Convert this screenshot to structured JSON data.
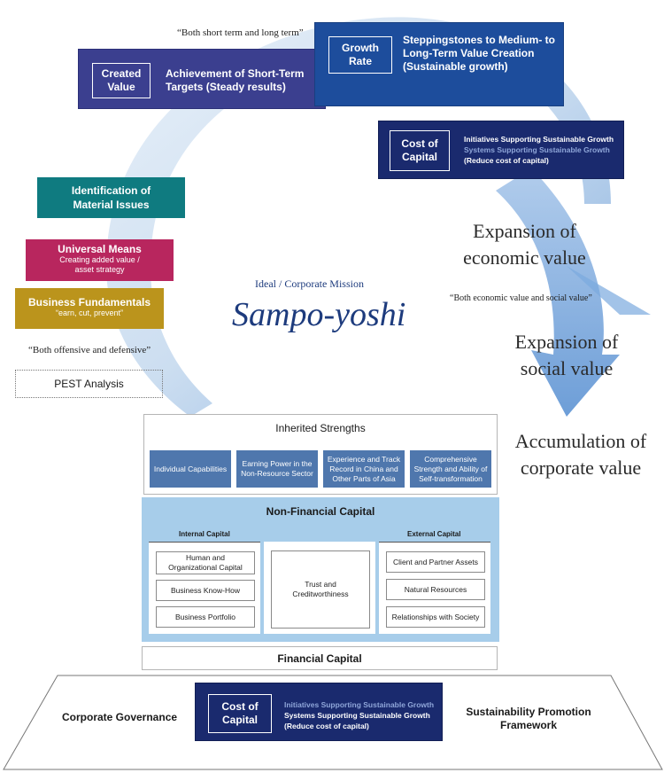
{
  "top": {
    "quote_short_long": "“Both short term and long term”",
    "created_value": {
      "tag": "Created\nValue",
      "text": "Achievement of Short-Term\nTargets (Steady results)"
    },
    "growth_rate": {
      "tag": "Growth\nRate",
      "text": "Steppingstones to Medium- to\nLong-Term Value Creation\n(Sustainable growth)"
    },
    "cost_of_capital": {
      "tag": "Cost of\nCapital",
      "line1": "Initiatives Supporting Sustainable Growth",
      "line2": "Systems Supporting Sustainable Growth",
      "line3": "(Reduce cost of capital)"
    }
  },
  "left": {
    "material_issues": "Identification of\nMaterial Issues",
    "universal_means_title": "Universal Means",
    "universal_means_sub": "Creating added value /\nasset strategy",
    "business_fund_title": "Business Fundamentals",
    "business_fund_sub": "“earn, cut, prevent”",
    "quote_offensive": "“Both offensive and defensive”",
    "pest": "PEST Analysis"
  },
  "center": {
    "ideal": "Ideal / Corporate Mission",
    "sampo": "Sampo-yoshi"
  },
  "right": {
    "econ": "Expansion of\neconomic value",
    "quote_econ_social": "“Both economic value and social value”",
    "social": "Expansion of\nsocial value",
    "corporate": "Accumulation of\ncorporate value"
  },
  "inherited": {
    "title": "Inherited Strengths",
    "items": [
      "Individual Capabilities",
      "Earning Power in the\nNon-Resource Sector",
      "Experience and Track\nRecord in China and\nOther Parts of Asia",
      "Comprehensive\nStrength and Ability of\nSelf-transformation"
    ]
  },
  "nonfin": {
    "title": "Non-Financial Capital",
    "internal_label": "Internal Capital",
    "external_label": "External Capital",
    "internal": [
      "Human and\nOrganizational Capital",
      "Business Know-How",
      "Business Portfolio"
    ],
    "center": "Trust and\nCreditworthiness",
    "external": [
      "Client and Partner Assets",
      "Natural Resources",
      "Relationships with Society"
    ]
  },
  "financial": "Financial Capital",
  "bottom": {
    "governance": "Corporate Governance",
    "sustain": "Sustainability Promotion\nFramework",
    "tag": "Cost of\nCapital",
    "line1": "Initiatives Supporting Sustainable Growth",
    "line2": "Systems Supporting Sustainable Growth",
    "line3": "(Reduce cost of capital)"
  }
}
